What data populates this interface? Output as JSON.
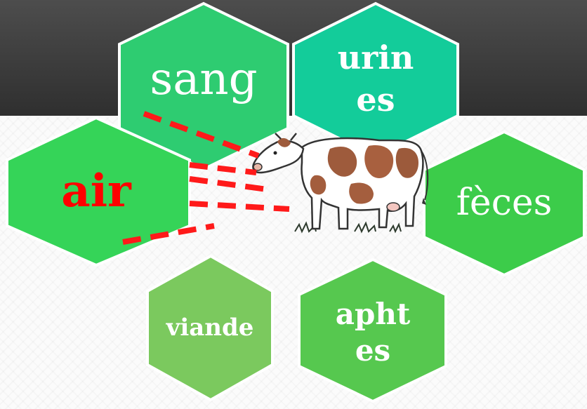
{
  "hexagons": [
    {
      "key": "sang",
      "lines": [
        "sang"
      ],
      "fill": "#2ecc71",
      "text_color": "#ffffff"
    },
    {
      "key": "urines",
      "lines": [
        "urin",
        "es"
      ],
      "fill": "#13cc9a",
      "text_color": "#ffffff"
    },
    {
      "key": "air",
      "lines": [
        "air"
      ],
      "fill": "#35d458",
      "text_color": "#ff0000"
    },
    {
      "key": "feces",
      "lines": [
        "fèces"
      ],
      "fill": "#3ccc4a",
      "text_color": "#ffffff"
    },
    {
      "key": "viande",
      "lines": [
        "viande"
      ],
      "fill": "#7bc95e",
      "text_color": "#ffffff"
    },
    {
      "key": "aphtes",
      "lines": [
        "apht",
        "es"
      ],
      "fill": "#56c84f",
      "text_color": "#ffffff"
    }
  ],
  "colors": {
    "dash": "#ff1a1a",
    "background_top": "#3a3a3a",
    "hex_border": "#ffffff"
  },
  "icons": {
    "cow": "cow-illustration"
  }
}
